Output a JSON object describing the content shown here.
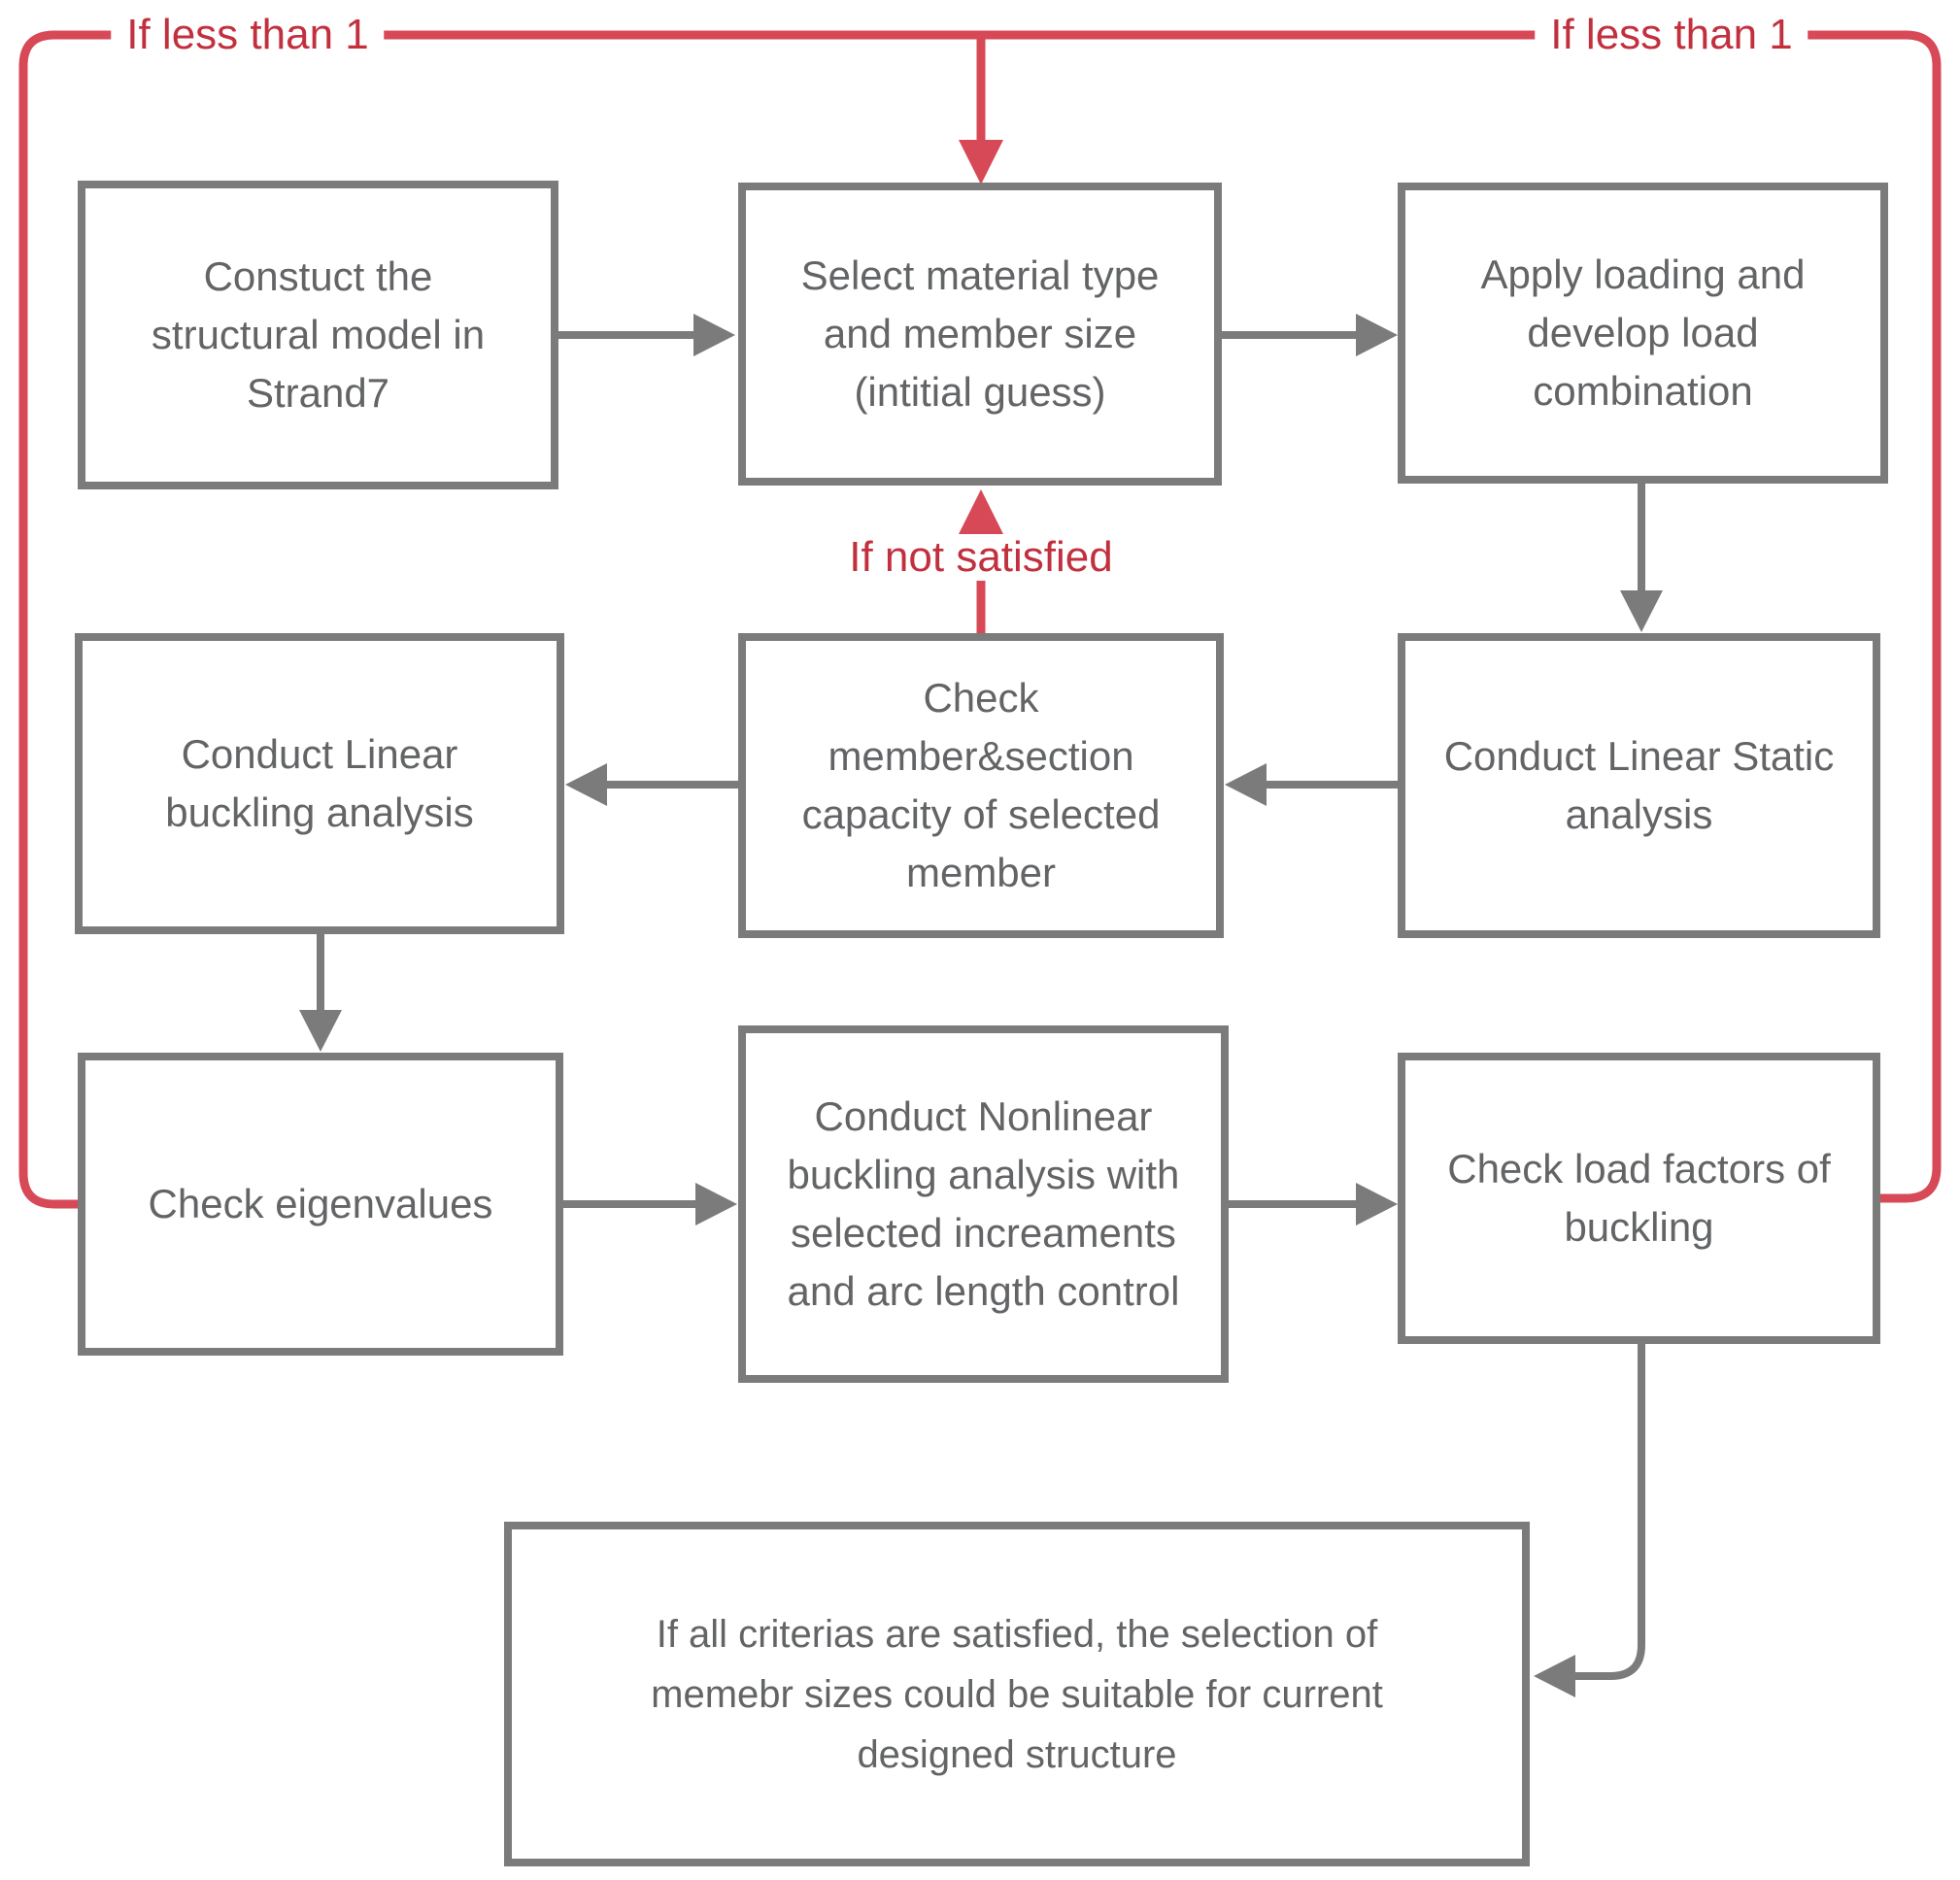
{
  "nodes": {
    "construct": {
      "label": [
        "Constuct the",
        "structural model in",
        "Strand7"
      ]
    },
    "select": {
      "label": [
        "Select material type",
        "and member size",
        "(intitial guess)"
      ]
    },
    "apply": {
      "label": [
        "Apply loading and",
        "develop load",
        "combination"
      ]
    },
    "linear_buckling": {
      "label": [
        "Conduct Linear",
        "buckling analysis"
      ]
    },
    "check_capacity": {
      "label": [
        "Check",
        "member&section",
        "capacity of selected",
        "member"
      ]
    },
    "linear_static": {
      "label": [
        "Conduct Linear Static",
        "analysis"
      ]
    },
    "check_eigen": {
      "label": [
        "Check eigenvalues"
      ]
    },
    "nonlinear": {
      "label": [
        "Conduct Nonlinear",
        "buckling analysis with",
        "selected increaments",
        "and arc length control"
      ]
    },
    "check_load": {
      "label": [
        "Check load factors of",
        "buckling"
      ]
    },
    "conclusion": {
      "label": [
        "If all criterias are satisfied, the selection of",
        "memebr sizes could be suitable for current",
        "designed structure"
      ]
    }
  },
  "edge_labels": {
    "if_less_than_1_left": "If less than 1",
    "if_less_than_1_right": "If less than 1",
    "if_not_satisfied": "If not satisfied"
  },
  "colors": {
    "box_border": "#7b7b7b",
    "box_text": "#636466",
    "arrow_gray": "#7b7b7b",
    "loop_red": "#d74956",
    "label_red": "#c2303e",
    "background": "#ffffff"
  }
}
